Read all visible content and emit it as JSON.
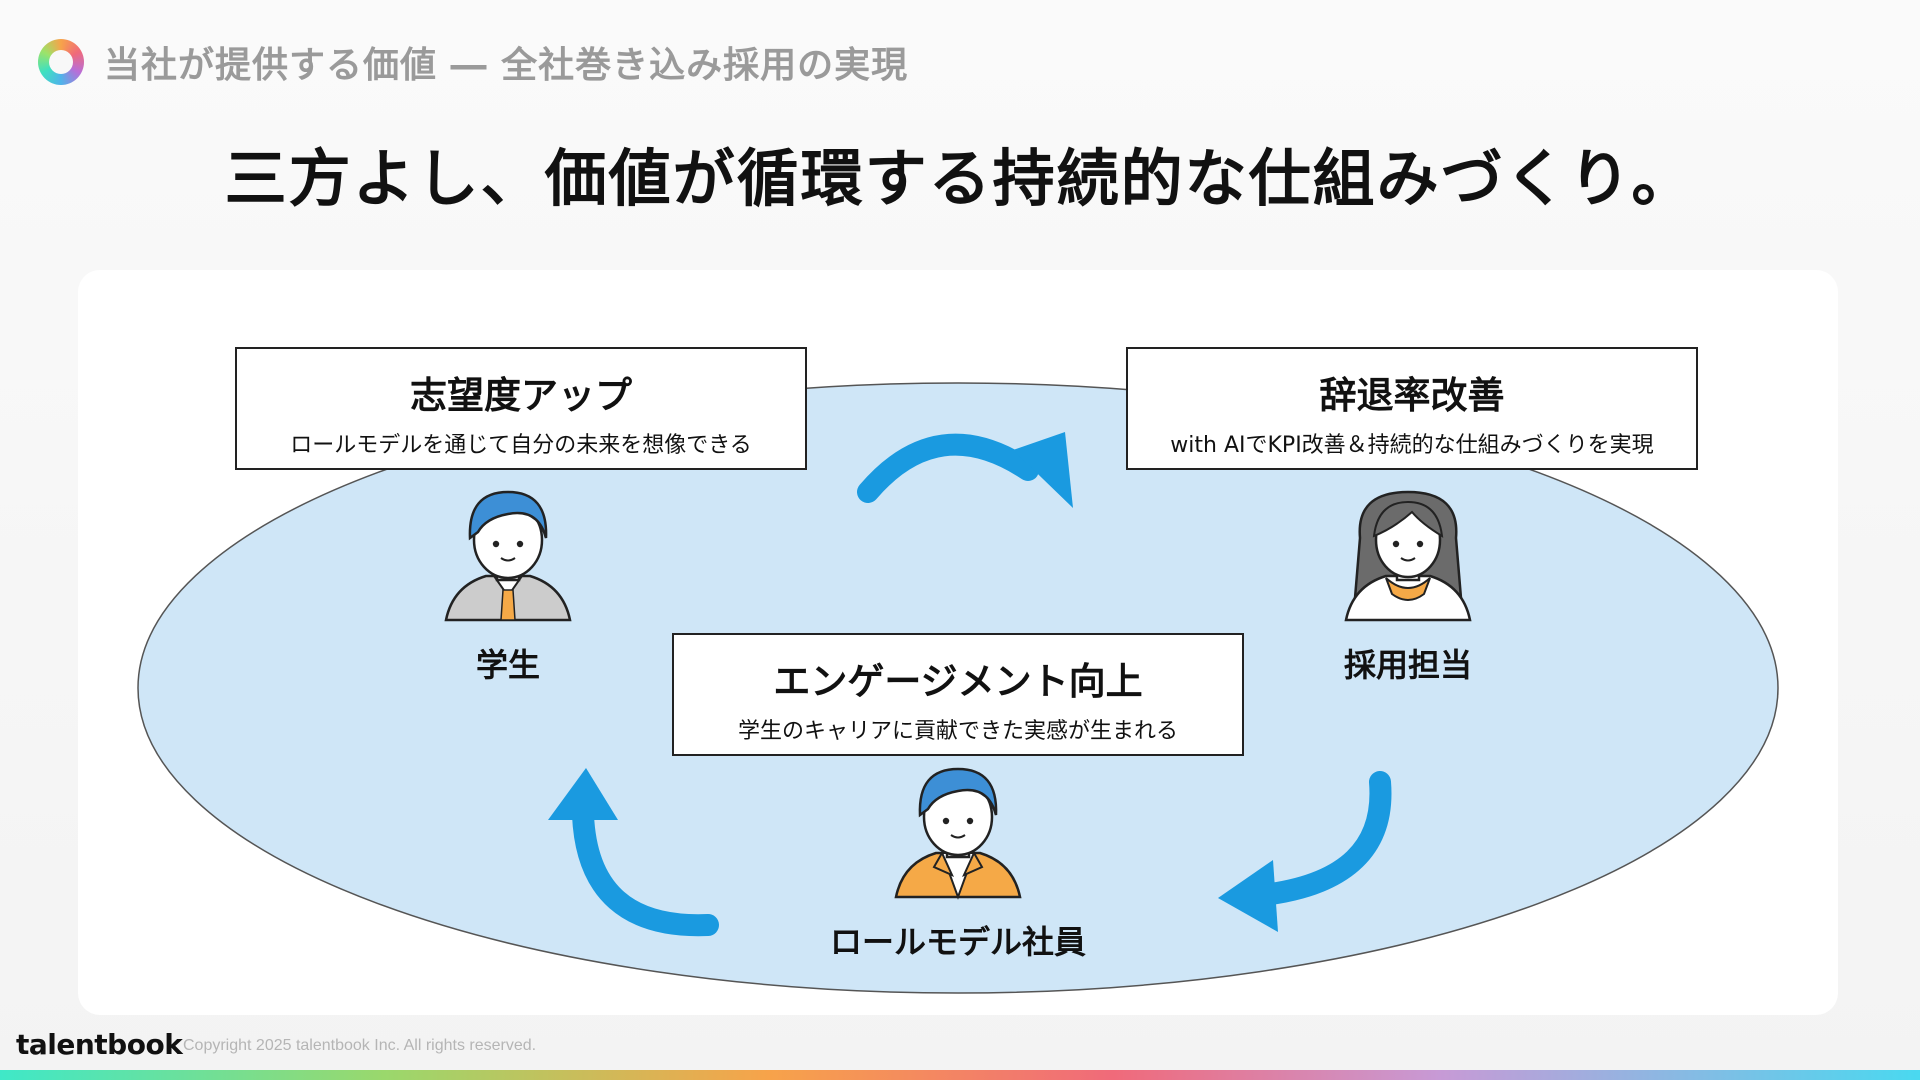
{
  "header": {
    "section_title": "当社が提供する価値 ― 全社巻き込み採用の実現"
  },
  "headline": "三方よし、価値が循環する持続的な仕組みづくり。",
  "boxes": {
    "top_left": {
      "title": "志望度アップ",
      "subtitle": "ロールモデルを通じて自分の未来を想像できる"
    },
    "top_right": {
      "title": "辞退率改善",
      "subtitle": "with AIでKPI改善＆持続的な仕組みづくりを実現"
    },
    "center": {
      "title": "エンゲージメント向上",
      "subtitle": "学生のキャリアに貢献できた実感が生まれる"
    }
  },
  "personas": {
    "student": "学生",
    "recruiter": "採用担当",
    "role_model": "ロールモデル社員"
  },
  "footer": {
    "logo": "talentbook",
    "copyright": "Copyright 2025 talentbook Inc. All rights reserved."
  },
  "colors": {
    "ellipse_fill": "#cfe6f7",
    "arrow": "#1a9ae0",
    "hair_blue": "#3d8fd6",
    "hair_dark": "#6b6b6b",
    "accent_orange": "#f5a947"
  }
}
